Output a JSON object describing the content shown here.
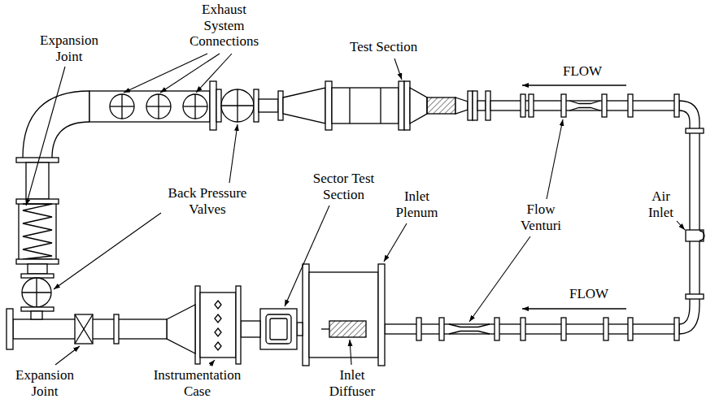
{
  "diagram": {
    "labels": [
      "Expansion Joint",
      "Exhaust System Connections",
      "Test Section",
      "FLOW",
      "Air Inlet",
      "Back Pressure Valves",
      "Sector Test Section",
      "Inlet Plenum",
      "Flow Venturi",
      "FLOW",
      "Expansion Joint",
      "Instrumentation Case",
      "Inlet Diffuser"
    ]
  }
}
